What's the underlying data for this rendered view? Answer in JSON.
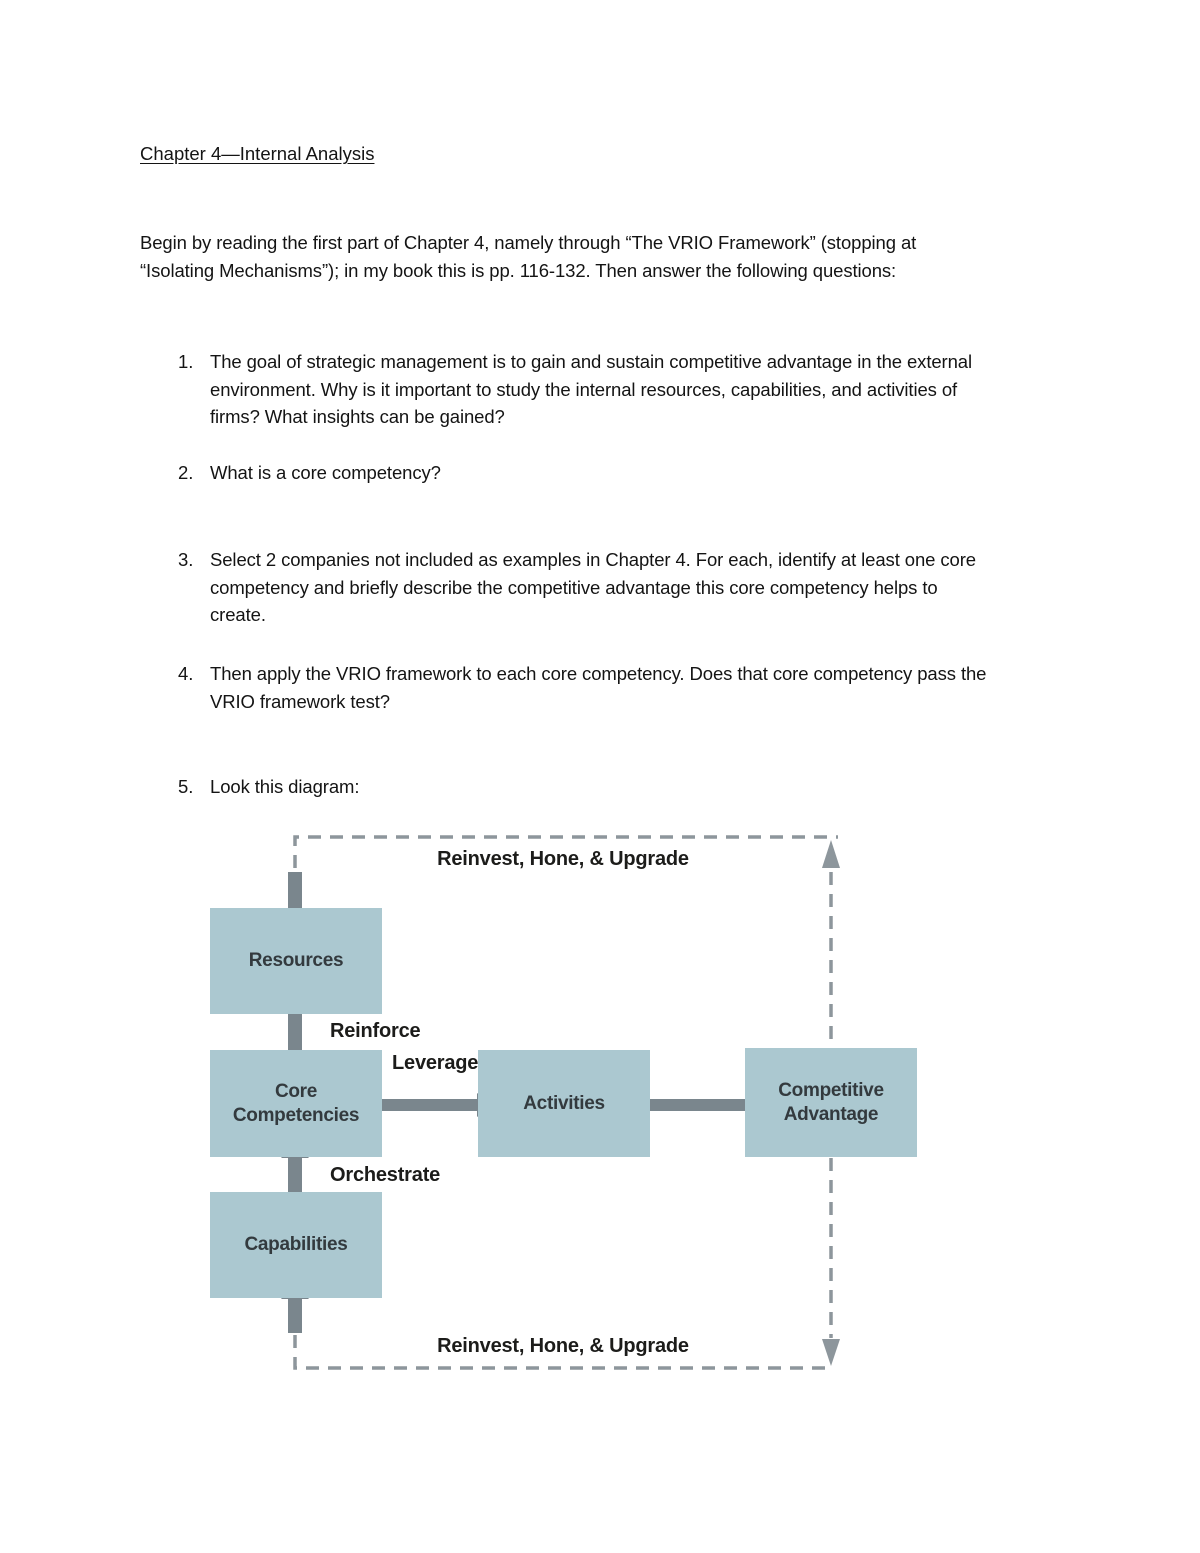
{
  "document": {
    "title": "Chapter 4—Internal Analysis",
    "intro": "Begin by reading the first part of Chapter 4, namely through “The VRIO Framework” (stopping at\n“Isolating Mechanisms”); in my book this is pp. 116-132. Then answer the following questions:",
    "questions": [
      {
        "number": "1.",
        "text": "The goal of strategic management is to gain and sustain competitive advantage in the external\nenvironment. Why is it important to study the internal resources, capabilities, and activities of\nfirms? What insights can be gained?"
      },
      {
        "number": "2.",
        "text": "What is a core competency?"
      },
      {
        "number": "3.",
        "text": "Select 2 companies not included as examples in Chapter 4. For each, identify at least one core\ncompetency and briefly describe the competitive advantage this core competency helps to\ncreate."
      },
      {
        "number": "4.",
        "text": "Then apply the VRIO framework to each core competency. Does that core competency pass the\nVRIO framework test?"
      },
      {
        "number": "5.",
        "text": "Look this diagram:"
      }
    ]
  },
  "diagram": {
    "boxes": {
      "resources": {
        "label": "Resources"
      },
      "core_competencies": {
        "label": "Core\nCompetencies"
      },
      "capabilities": {
        "label": "Capabilities"
      },
      "activities": {
        "label": "Activities"
      },
      "competitive_advantage": {
        "label": "Competitive\nAdvantage"
      }
    },
    "arrow_labels": {
      "reinvest_top": "Reinvest, Hone, & Upgrade",
      "reinforce": "Reinforce",
      "leverage": "Leverage",
      "orchestrate": "Orchestrate",
      "reinvest_bottom": "Reinvest, Hone, & Upgrade"
    },
    "colors": {
      "box_fill": "#abc8d0",
      "box_text": "#333a3e",
      "solid_arrow": "#7a868d",
      "dashed_line": "#8d969c",
      "label_text": "#1c1c1a"
    }
  }
}
